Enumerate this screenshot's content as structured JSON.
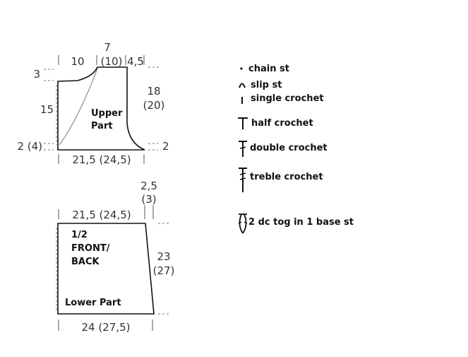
{
  "upper": {
    "top_total": "7",
    "top_left": "10",
    "top_middle": "(10)",
    "top_right": "4,5",
    "left_top": "3",
    "left_mid": "15",
    "left_bottom": "2 (4)",
    "right_mid_1": "18",
    "right_mid_2": "(20)",
    "right_bottom": "2",
    "bottom_width": "21,5 (24,5)",
    "label_line1": "Upper",
    "label_line2": "Part"
  },
  "lower": {
    "slant_1": "2,5",
    "slant_2": "(3)",
    "top_width": "21,5 (24,5)",
    "label_line1": "1/2",
    "label_line2": "FRONT/",
    "label_line3": "BACK",
    "right_1": "23",
    "right_2": "(27)",
    "part_label": "Lower Part",
    "bottom_width": "24 (27,5)"
  },
  "legend": [
    {
      "icon": "dot-icon",
      "label": "chain st"
    },
    {
      "icon": "arc-icon",
      "label": "slip st"
    },
    {
      "icon": "bar-icon",
      "label": "single crochet"
    },
    {
      "icon": "t-icon",
      "label": "half crochet"
    },
    {
      "icon": "dagger-icon",
      "label": "double crochet"
    },
    {
      "icon": "double-dagger-icon",
      "label": "treble crochet"
    },
    {
      "icon": "dc-cluster-icon",
      "label": "2 dc tog in 1 base st"
    }
  ]
}
